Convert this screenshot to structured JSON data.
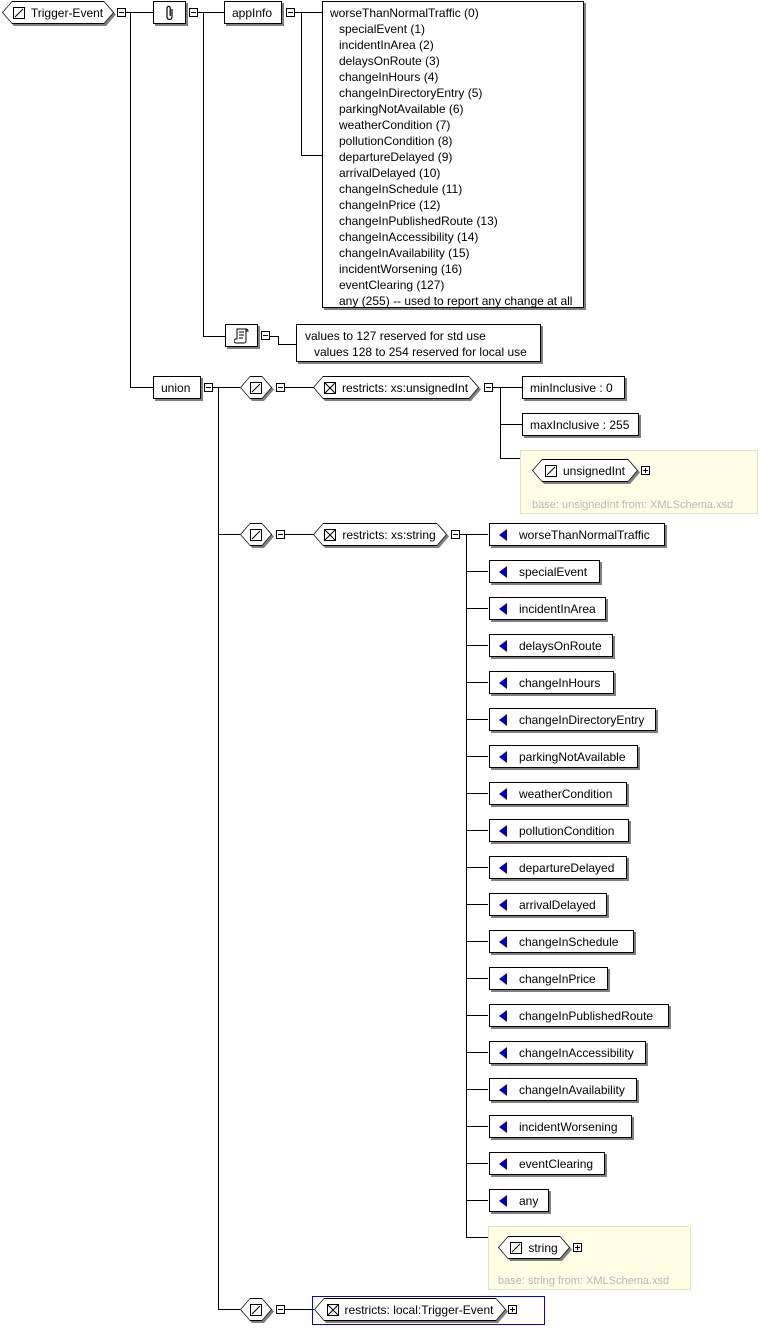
{
  "root": {
    "label": "Trigger-Event"
  },
  "annotation": {
    "appinfo_label": "appInfo",
    "appinfo_lines": [
      "worseThanNormalTraffic (0)",
      "specialEvent (1)",
      "incidentInArea (2)",
      "delaysOnRoute (3)",
      "changeInHours (4)",
      "changeInDirectoryEntry (5)",
      "parkingNotAvailable (6)",
      "weatherCondition (7)",
      "pollutionCondition (8)",
      "departureDelayed (9)",
      "arrivalDelayed (10)",
      "changeInSchedule (11)",
      "changeInPrice (12)",
      "changeInPublishedRoute (13)",
      "changeInAccessibility (14)",
      "changeInAvailability (15)",
      "incidentWorsening (16)",
      "eventClearing (127)",
      "any (255) -- used to report any change at all"
    ],
    "doc_lines": [
      "values to 127 reserved for std use",
      "values 128 to 254 reserved for local use"
    ]
  },
  "union": {
    "label": "union",
    "branch1": {
      "restriction_label": "restricts: xs:unsignedInt",
      "facets": [
        "minInclusive : 0",
        "maxInclusive : 255"
      ],
      "base_type_label": "unsignedInt",
      "base_caption": "base: unsignedInt from: XMLSchema.xsd"
    },
    "branch2": {
      "restriction_label": "restricts: xs:string",
      "enumerations": [
        "worseThanNormalTraffic",
        "specialEvent",
        "incidentInArea",
        "delaysOnRoute",
        "changeInHours",
        "changeInDirectoryEntry",
        "parkingNotAvailable",
        "weatherCondition",
        "pollutionCondition",
        "departureDelayed",
        "arrivalDelayed",
        "changeInSchedule",
        "changeInPrice",
        "changeInPublishedRoute",
        "changeInAccessibility",
        "changeInAvailability",
        "incidentWorsening",
        "eventClearing",
        "any"
      ],
      "base_type_label": "string",
      "base_caption": "base: string from: XMLSchema.xsd"
    },
    "branch3": {
      "restriction_label": "restricts: local:Trigger-Event"
    }
  },
  "icons": {
    "simple_type": "simple-type-icon",
    "annotation": "paperclip-icon",
    "documentation": "scroll-icon",
    "restriction": "restriction-icon",
    "enumeration": "enumeration-icon",
    "collapse": "minus-toggle-icon",
    "expand": "plus-toggle-icon"
  },
  "colors": {
    "enumeration_marker": "#0000c0",
    "base_panel": "#fffde6",
    "caption_text": "#b8b8b8",
    "selected_border": "#0000ff"
  }
}
